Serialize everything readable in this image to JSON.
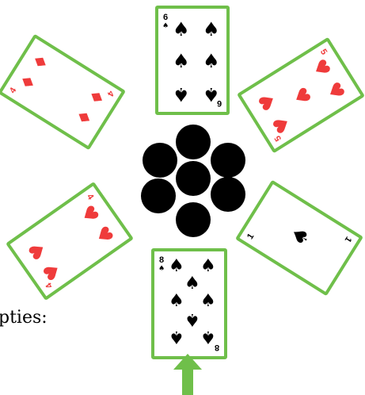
{
  "caption": {
    "text": "pties:"
  },
  "colors": {
    "card_border": "#6fbf4a",
    "red_suit": "#ef3b3b",
    "black_suit": "#000000",
    "arrow": "#6fbf4a"
  },
  "cards": {
    "top": {
      "rank": "6",
      "suit": "spades"
    },
    "top_right": {
      "rank": "5",
      "suit": "hearts"
    },
    "bottom_right": {
      "rank": "1",
      "suit": "spades"
    },
    "bottom": {
      "rank": "8",
      "suit": "spades"
    },
    "bottom_left": {
      "rank": "4",
      "suit": "hearts"
    },
    "top_left": {
      "rank": "4",
      "suit": "diamonds"
    }
  },
  "glyphs": {
    "spade": "♠",
    "heart": "♥",
    "diamond": "♦"
  },
  "arrow": {
    "icon": "up-arrow-icon"
  }
}
